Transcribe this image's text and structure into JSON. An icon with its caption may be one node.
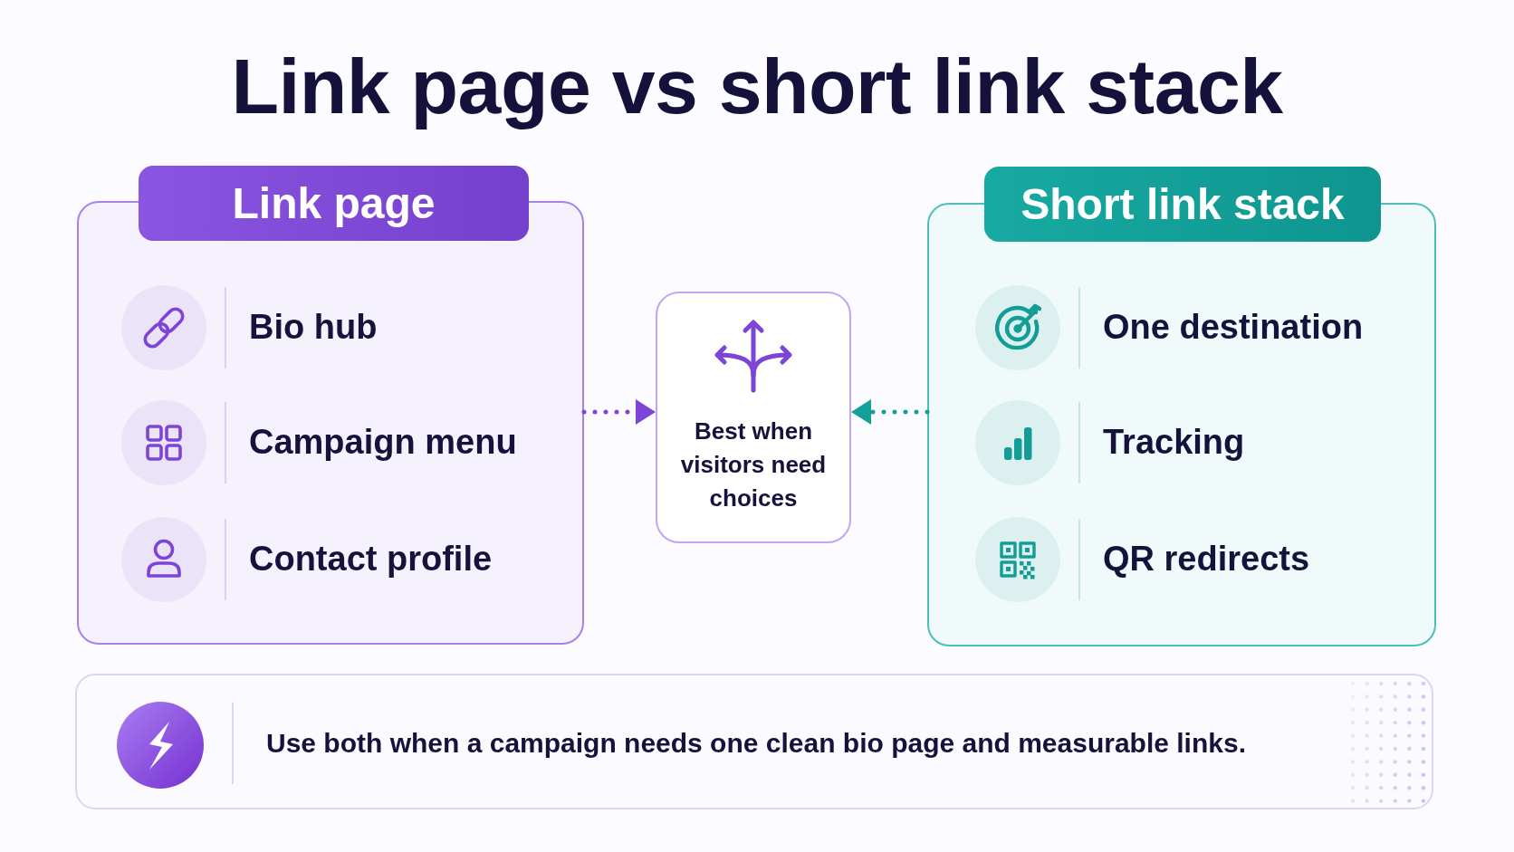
{
  "diagram": {
    "title": "Link page vs short link stack",
    "nodes": [
      {
        "text": [
          "Link page"
        ]
      },
      {
        "text": [
          "Bio hub"
        ],
        "in": 0
      },
      {
        "text": [
          "Campaign menu"
        ],
        "in": 0
      },
      {
        "text": [
          "Contact profile"
        ],
        "in": 0
      },
      {
        "text": [
          "Best when visitors need choices"
        ]
      },
      {
        "text": [
          "Short link stack"
        ]
      },
      {
        "text": [
          "One destination"
        ],
        "in": 5
      },
      {
        "text": [
          "Tracking"
        ],
        "in": 5
      },
      {
        "text": [
          "QR redirects"
        ],
        "in": 5
      },
      {
        "text": [
          "Use both when a campaign needs one clean bio page and measurable links."
        ]
      }
    ],
    "edges": [
      {
        "from": 0,
        "to": 4,
        "arrow": "to",
        "style": "dashed",
        "color": "#7c45d8"
      },
      {
        "from": 5,
        "to": 4,
        "arrow": "to",
        "style": "dashed",
        "color": "#13a098"
      }
    ]
  }
}
